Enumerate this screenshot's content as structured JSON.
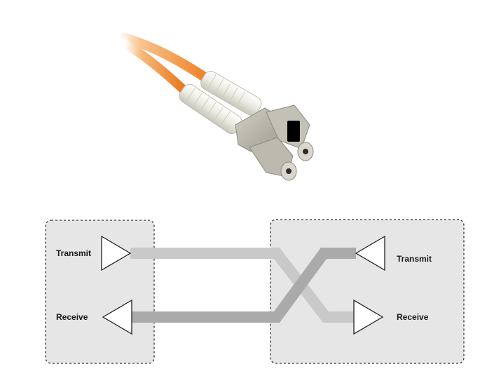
{
  "photo": {
    "cable_color": "#f08a2a",
    "boot_color": "#ecebe2",
    "connector_color": "#b9b6ab"
  },
  "diagram": {
    "left_device": {
      "transmit_label": "Transmit",
      "receive_label": "Receive"
    },
    "right_device": {
      "transmit_label": "Transmit",
      "receive_label": "Receive"
    },
    "colors": {
      "box_fill": "#e6e6e6",
      "box_border": "#333333",
      "fiber_light": "#c9c9c9",
      "fiber_dark": "#a8a8a8"
    }
  }
}
